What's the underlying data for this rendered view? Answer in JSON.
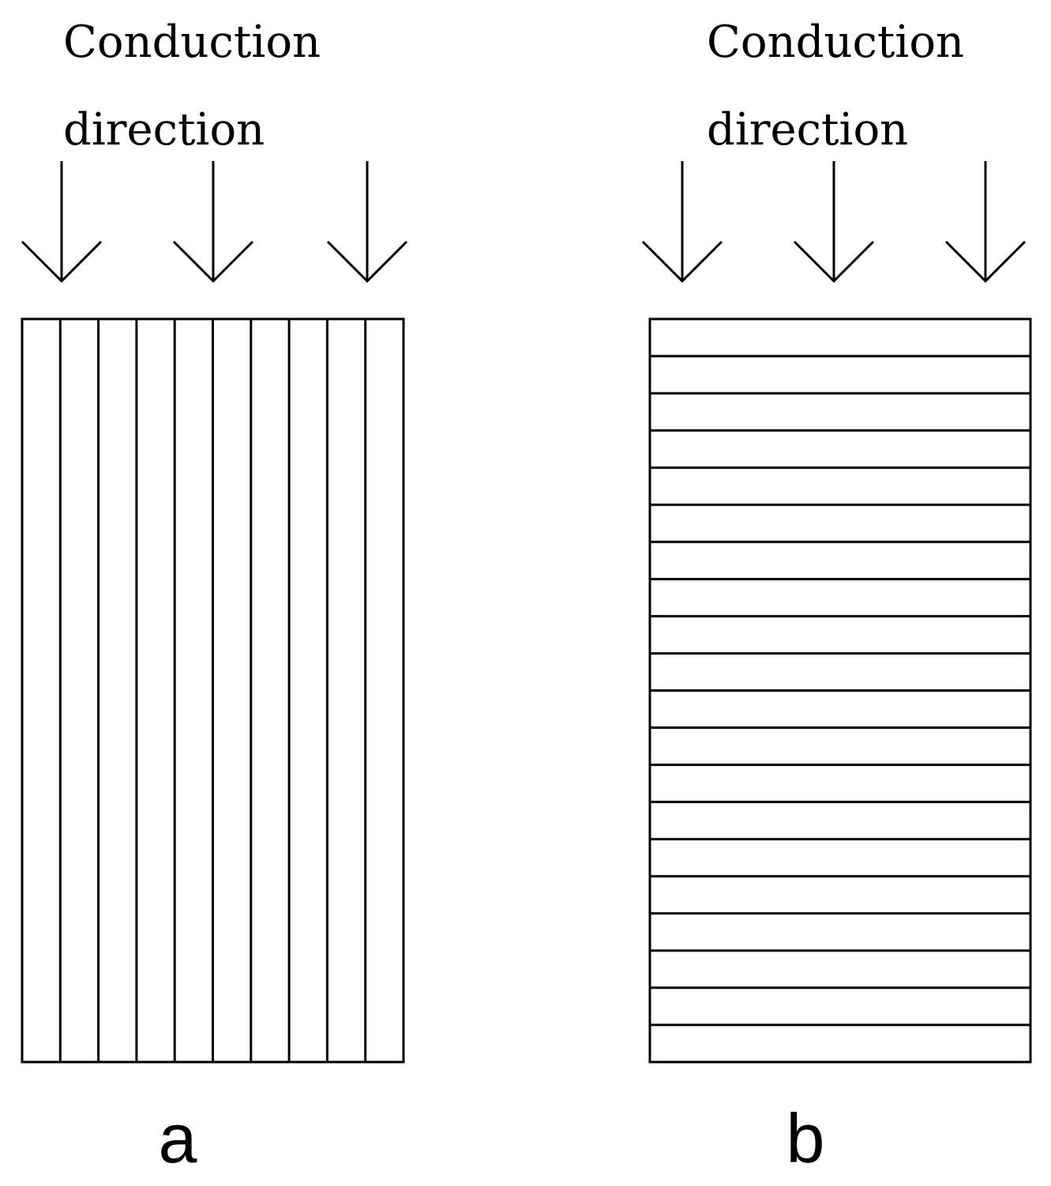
{
  "panels": [
    {
      "id": "a",
      "caption_line1": "Conduction",
      "caption_line2": "direction",
      "label": "a",
      "layer_orientation": "vertical",
      "layer_count": 10,
      "arrow_count": 3
    },
    {
      "id": "b",
      "caption_line1": "Conduction",
      "caption_line2": "direction",
      "label": "b",
      "layer_orientation": "horizontal",
      "layer_count": 20,
      "arrow_count": 3
    }
  ],
  "colors": {
    "stroke": "#000000",
    "background": "#ffffff"
  }
}
